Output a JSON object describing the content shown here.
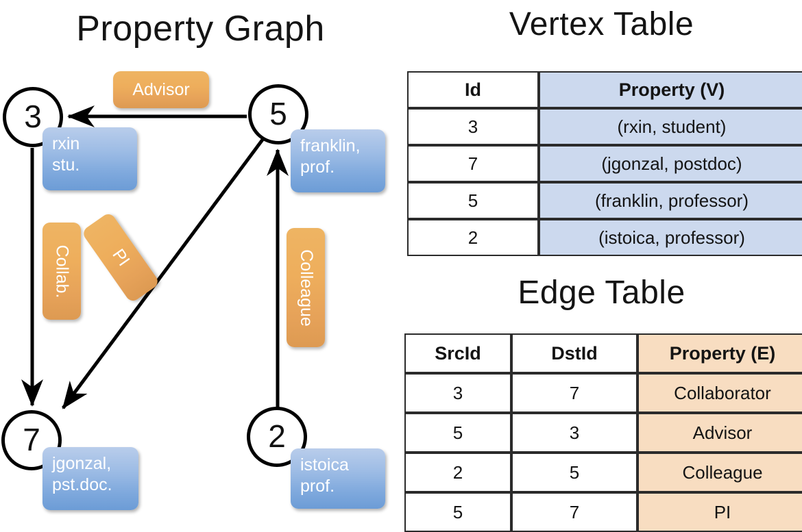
{
  "titles": {
    "property_graph": "Property Graph",
    "vertex_table": "Vertex Table",
    "edge_table": "Edge Table"
  },
  "graph": {
    "nodes": [
      {
        "id": "3",
        "property": "rxin\nstu."
      },
      {
        "id": "5",
        "property": "franklin,\nprof."
      },
      {
        "id": "7",
        "property": "jgonzal,\npst.doc."
      },
      {
        "id": "2",
        "property": "istoica\nprof."
      }
    ],
    "node_labels": {
      "n3": "3",
      "n5": "5",
      "n7": "7",
      "n2": "2"
    },
    "vertex_boxes": {
      "rxin_line1": "rxin",
      "rxin_line2": "stu.",
      "franklin_line1": "franklin,",
      "franklin_line2": "prof.",
      "jgonzal_line1": "jgonzal,",
      "jgonzal_line2": "pst.doc.",
      "istoica_line1": "istoica",
      "istoica_line2": "prof."
    },
    "edge_labels": {
      "advisor": "Advisor",
      "collab": "Collab.",
      "pi": "PI",
      "colleague": "Colleague"
    },
    "edges": [
      {
        "src": "5",
        "dst": "3",
        "label": "Advisor"
      },
      {
        "src": "3",
        "dst": "7",
        "label": "Collab."
      },
      {
        "src": "5",
        "dst": "7",
        "label": "PI"
      },
      {
        "src": "2",
        "dst": "5",
        "label": "Colleague"
      }
    ]
  },
  "vertex_table": {
    "headers": [
      "Id",
      "Property (V)"
    ],
    "rows": [
      {
        "id": "3",
        "property": "(rxin, student)"
      },
      {
        "id": "7",
        "property": "(jgonzal, postdoc)"
      },
      {
        "id": "5",
        "property": "(franklin, professor)"
      },
      {
        "id": "2",
        "property": "(istoica, professor)"
      }
    ]
  },
  "edge_table": {
    "headers": [
      "SrcId",
      "DstId",
      "Property (E)"
    ],
    "rows": [
      {
        "src": "3",
        "dst": "7",
        "property": "Collaborator"
      },
      {
        "src": "5",
        "dst": "3",
        "property": "Advisor"
      },
      {
        "src": "2",
        "dst": "5",
        "property": "Colleague"
      },
      {
        "src": "5",
        "dst": "7",
        "property": "PI"
      }
    ]
  },
  "colors": {
    "vertex_property_fill": "#ccd9ee",
    "edge_property_fill": "#f8ddc1",
    "vertex_box_blue": "#7fa9dd",
    "edge_box_orange": "#eeae5c",
    "stroke": "#000000"
  }
}
